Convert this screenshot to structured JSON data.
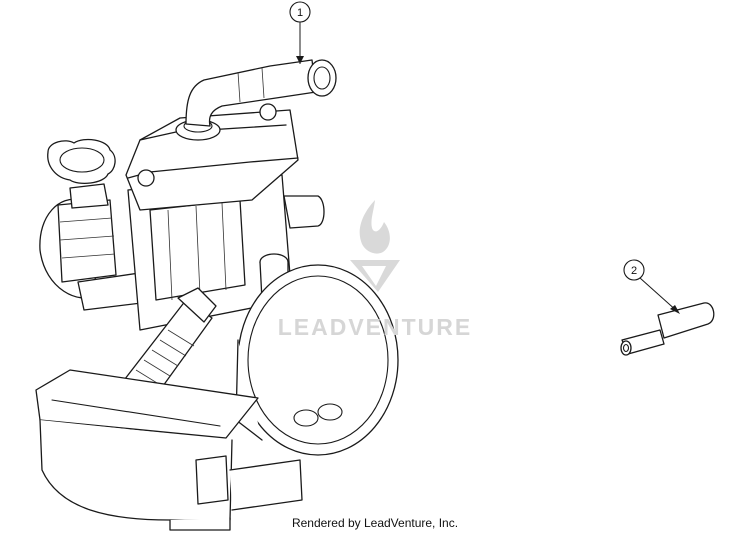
{
  "callouts": [
    {
      "number": "1"
    },
    {
      "number": "2"
    }
  ],
  "watermark": {
    "text": "LEADVENTURE",
    "icon": "flame-logo-icon"
  },
  "footer": {
    "text": "Rendered by LeadVenture, Inc."
  }
}
